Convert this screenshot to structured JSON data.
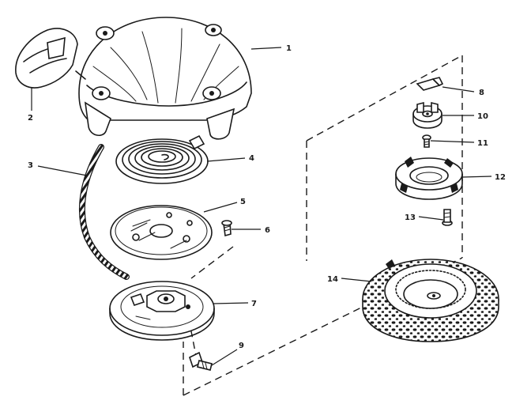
{
  "callouts": {
    "p1": "1",
    "p2": "2",
    "p3": "3",
    "p4": "4",
    "p5": "5",
    "p6": "6",
    "p7": "7",
    "p8": "8",
    "p9": "9",
    "p10": "10",
    "p11": "11",
    "p12": "12",
    "p13": "13",
    "p14": "14"
  },
  "colors": {
    "ink": "#1a1a1a",
    "paper": "#ffffff"
  }
}
